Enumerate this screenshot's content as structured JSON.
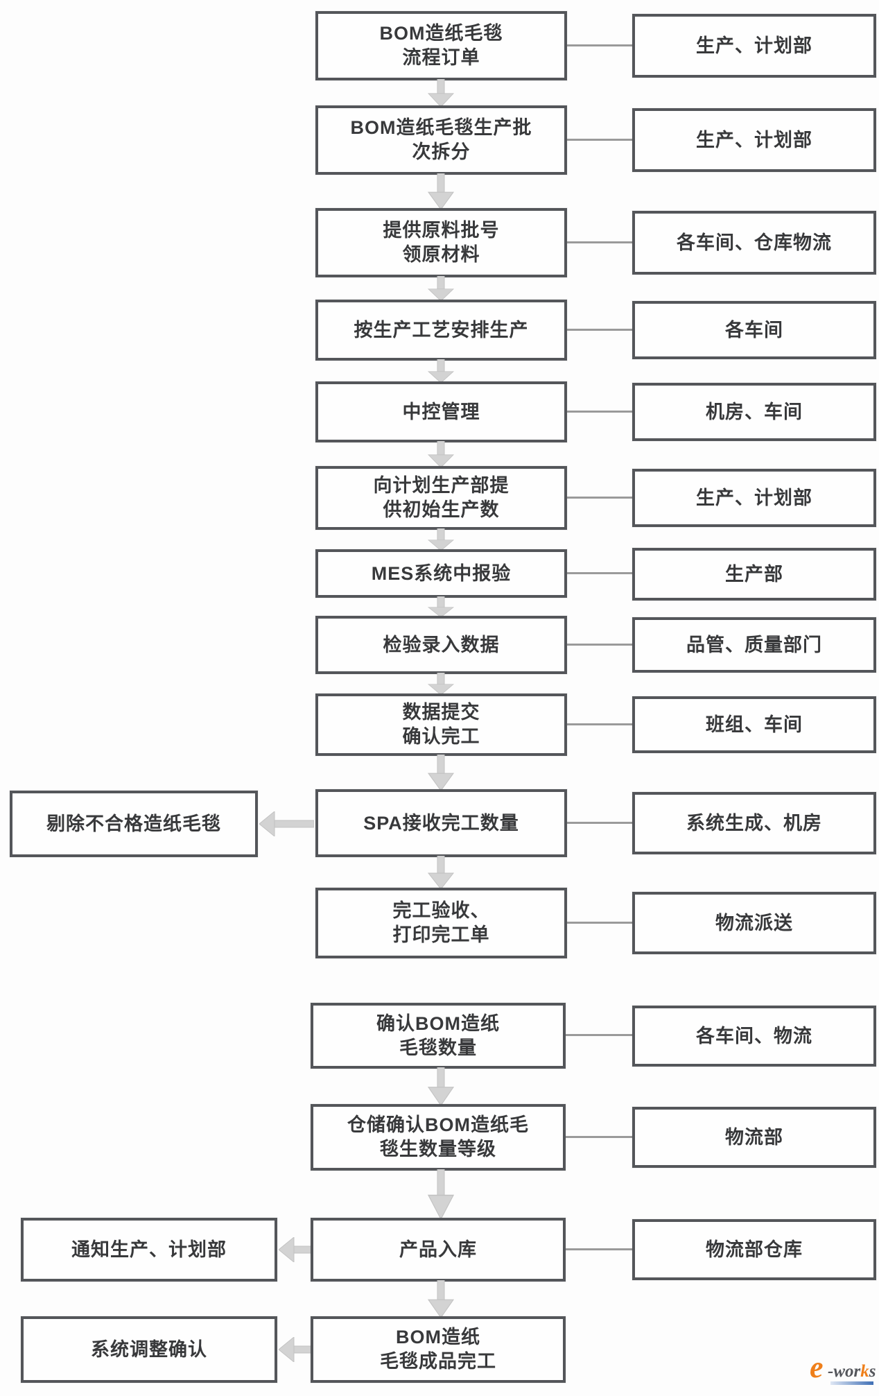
{
  "page": {
    "background": "#fdfdfd"
  },
  "colors": {
    "box_border": "#54565a",
    "box_fill": "#fefefe",
    "text": "#38393b",
    "connector_line": "#9a9a9a",
    "arrow": "#d3d3d3",
    "logo_orange": "#ef7f1a",
    "logo_gray": "#54565b",
    "logo_blue": "#3f6fb5"
  },
  "flow": {
    "steps": [
      {
        "label": "BOM造纸毛毯\n流程订单",
        "dept": "生产、计划部"
      },
      {
        "label": "BOM造纸毛毯生产批\n次拆分",
        "dept": "生产、计划部"
      },
      {
        "label": "提供原料批号\n领原材料",
        "dept": "各车间、仓库物流"
      },
      {
        "label": "按生产工艺安排生产",
        "dept": "各车间"
      },
      {
        "label": "中控管理",
        "dept": "机房、车间"
      },
      {
        "label": "向计划生产部提\n供初始生产数",
        "dept": "生产、计划部"
      },
      {
        "label": "MES系统中报验",
        "dept": "生产部"
      },
      {
        "label": "检验录入数据",
        "dept": "品管、质量部门"
      },
      {
        "label": "数据提交\n确认完工",
        "dept": "班组、车间"
      },
      {
        "label": "SPA接收完工数量",
        "dept": "系统生成、机房",
        "left_label": "剔除不合格造纸毛毯"
      },
      {
        "label": "完工验收、\n打印完工单",
        "dept": "物流派送"
      },
      {
        "label": "确认BOM造纸\n毛毯数量",
        "dept": "各车间、物流"
      },
      {
        "label": "仓储确认BOM造纸毛\n毯生数量等级",
        "dept": "物流部"
      },
      {
        "label": "产品入库",
        "dept": "物流部仓库",
        "left_label": "通知生产、计划部"
      },
      {
        "label": "BOM造纸\n毛毯成品完工",
        "left_label": "系统调整确认"
      }
    ]
  },
  "logo": {
    "e": "e",
    "dash": "-",
    "wor": "wor",
    "k": "k",
    "s": "s"
  }
}
